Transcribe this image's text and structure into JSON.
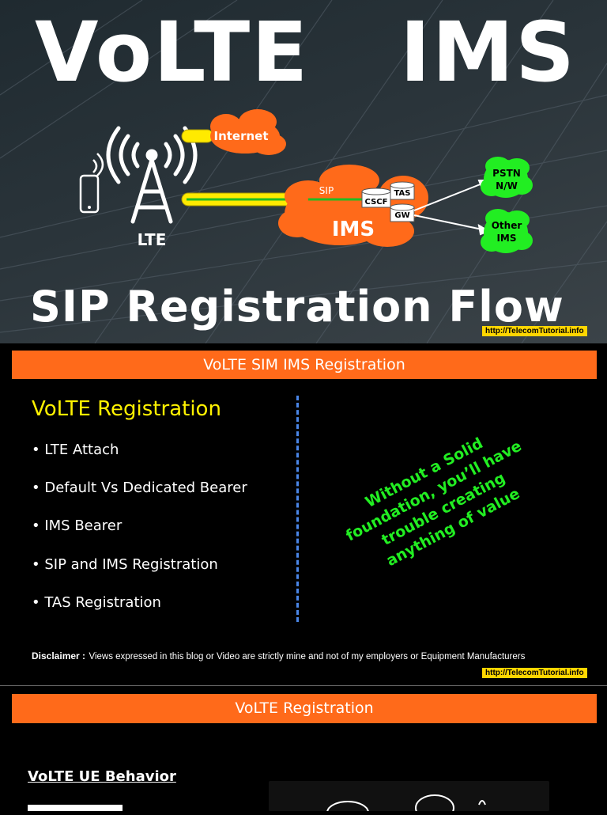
{
  "slide1": {
    "title": "VoLTE   IMS",
    "subtitle": "SIP Registration Flow",
    "url": "http://TelecomTutorial.info",
    "diagram": {
      "internet": "Internet",
      "lte": "LTE",
      "sip": "SIP",
      "ims": "IMS",
      "cscf": "CSCF",
      "tas": "TAS",
      "gw": "GW",
      "pstn_line1": "PSTN",
      "pstn_line2": "N/W",
      "other_line1": "Other",
      "other_line2": "IMS"
    }
  },
  "slide2": {
    "banner": "VoLTE SIM IMS Registration",
    "heading": "VoLTE Registration",
    "bullets": [
      "• LTE Attach",
      "• Default Vs Dedicated Bearer",
      "• IMS Bearer",
      "• SIP and IMS Registration",
      "• TAS Registration"
    ],
    "quote_lines": [
      "Without a Solid",
      "foundation, you’ll have",
      "trouble creating",
      "anything of value"
    ],
    "disclaimer_label": "Disclaimer :",
    "disclaimer_text": "Views expressed in this blog or Video are strictly mine and not of my employers or Equipment Manufacturers",
    "url": "http://TelecomTutorial.info"
  },
  "slide3": {
    "banner": "VoLTE Registration",
    "section_title": "VoLTE UE Behavior"
  },
  "colors": {
    "banner": "#ff6a1a",
    "heading_yellow": "#fff200",
    "quote_green": "#22ee22",
    "url_badge": "#ffd600",
    "cloud_orange": "#ff6a1a",
    "pstn_green": "#22ee22"
  }
}
